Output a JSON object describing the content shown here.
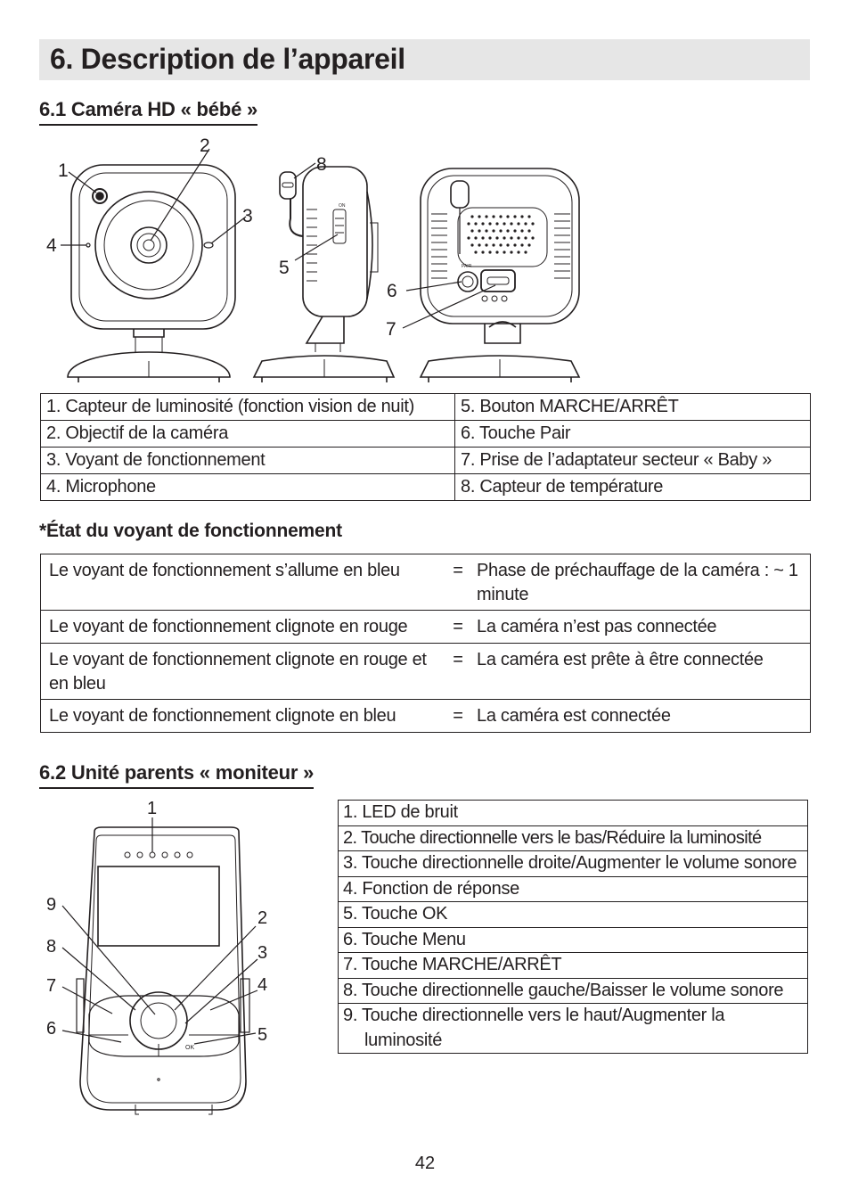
{
  "header": {
    "title": "6. Description de l’appareil"
  },
  "camera_section": {
    "heading": "6.1 Caméra HD « bébé »",
    "callouts": [
      "1",
      "2",
      "3",
      "4",
      "5",
      "6",
      "7",
      "8"
    ],
    "labels": {
      "on": "ON",
      "pair": "PAIR"
    },
    "legend": [
      [
        "1. Capteur de luminosité (fonction vision de nuit)",
        "5. Bouton MARCHE/ARRÊT"
      ],
      [
        "2. Objectif de la caméra",
        "6. Touche Pair"
      ],
      [
        "3. Voyant de fonctionnement",
        "7. Prise de l’adaptateur secteur « Baby »"
      ],
      [
        "4. Microphone",
        "8. Capteur de température"
      ]
    ]
  },
  "status_section": {
    "heading": "*État du voyant de fonctionnement",
    "rows": [
      {
        "state": "Le voyant de fonctionnement s’allume en bleu",
        "eq": "=",
        "meaning": "Phase de préchauffage de la caméra : ~ 1 minute"
      },
      {
        "state": "Le voyant de fonctionnement clignote en rouge",
        "eq": "=",
        "meaning": "La caméra n’est pas connectée"
      },
      {
        "state": "Le voyant de fonctionnement clignote en rouge et en bleu",
        "eq": "=",
        "meaning": "La caméra est prête à être connectée"
      },
      {
        "state": "Le voyant de fonctionnement clignote en bleu",
        "eq": "=",
        "meaning": "La caméra est connectée"
      }
    ]
  },
  "monitor_section": {
    "heading": "6.2 Unité parents « moniteur »",
    "callouts": [
      "1",
      "2",
      "3",
      "4",
      "5",
      "6",
      "7",
      "8",
      "9"
    ],
    "labels": {
      "ok": "OK"
    },
    "legend": [
      "1. LED de bruit",
      "2. Touche directionnelle vers le bas/Réduire la luminosité",
      "3. Touche directionnelle droite/Augmenter le volume sonore",
      "4. Fonction de réponse",
      "5. Touche OK",
      "6. Touche Menu",
      "7. Touche MARCHE/ARRÊT",
      "8. Touche directionnelle gauche/Baisser le volume sonore",
      "9. Touche directionnelle vers le haut/Augmenter la luminosité"
    ]
  },
  "footer": {
    "page_number": "42"
  }
}
